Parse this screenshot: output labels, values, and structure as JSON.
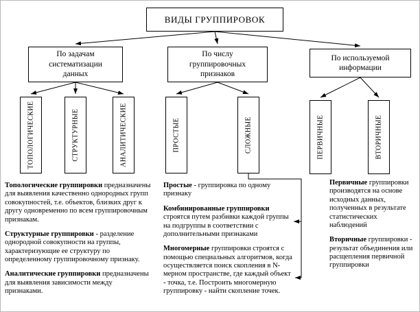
{
  "diagram": {
    "title": "ВИДЫ ГРУППИРОВОК",
    "branches": [
      {
        "label": "По задачам\nсистематизации\nданных"
      },
      {
        "label": "По числу\nгруппировочных\nпризнаков"
      },
      {
        "label": "По используемой\nинформации"
      }
    ],
    "leaves": [
      {
        "label": "ТОПОЛОГИЧЕСКИЕ"
      },
      {
        "label": "СТРУКТУРНЫЕ"
      },
      {
        "label": "АНАЛИТИЧЕСКИЕ"
      },
      {
        "label": "ПРОСТЫЕ"
      },
      {
        "label": "СЛОЖНЫЕ"
      },
      {
        "label": "ПЕРВИЧНЫЕ"
      },
      {
        "label": "ВТОРИЧНЫЕ"
      }
    ],
    "notes_left": [
      {
        "term": "Топологические группировки",
        "text": "предназначены для выявления качественно однородных групп совокупностей, т.е. объектов, близких друг к другу одновременно по всем группировочным признакам."
      },
      {
        "term": "Структурные группировки",
        "text": "- разделение однородной совокупности на группы, характеризующие ее структуру по определенному группировочному признаку."
      },
      {
        "term": "Аналитические группировки",
        "text": "предназначены для выявления зависимости между признаками."
      }
    ],
    "notes_middle": [
      {
        "term": "Простые",
        "text": "- группировка по одному признаку"
      },
      {
        "term": "Комбинированные группировки",
        "text": "строятся путем разбивки каждой группы на подгруппы в соответствии с дополнительными признаками"
      },
      {
        "term": "Многомерные",
        "text": "группировки строятся с помощью специальных алгоритмов, когда осуществляется поиск скопления в N-мерном пространстве, где каждый объект - точка, т.е. Построить многомерную группировку - найти скопление точек."
      }
    ],
    "notes_right": [
      {
        "term": "Первичные",
        "text": "группировки производятся на основе исходных данных, полученных в результате статистических наблюдений"
      },
      {
        "term": "Вторичные",
        "text": "группировки - результат объединения или расщепления первичной группировки"
      }
    ]
  },
  "colors": {
    "line": "#000000",
    "box_border": "#000000",
    "background": "#ffffff"
  }
}
